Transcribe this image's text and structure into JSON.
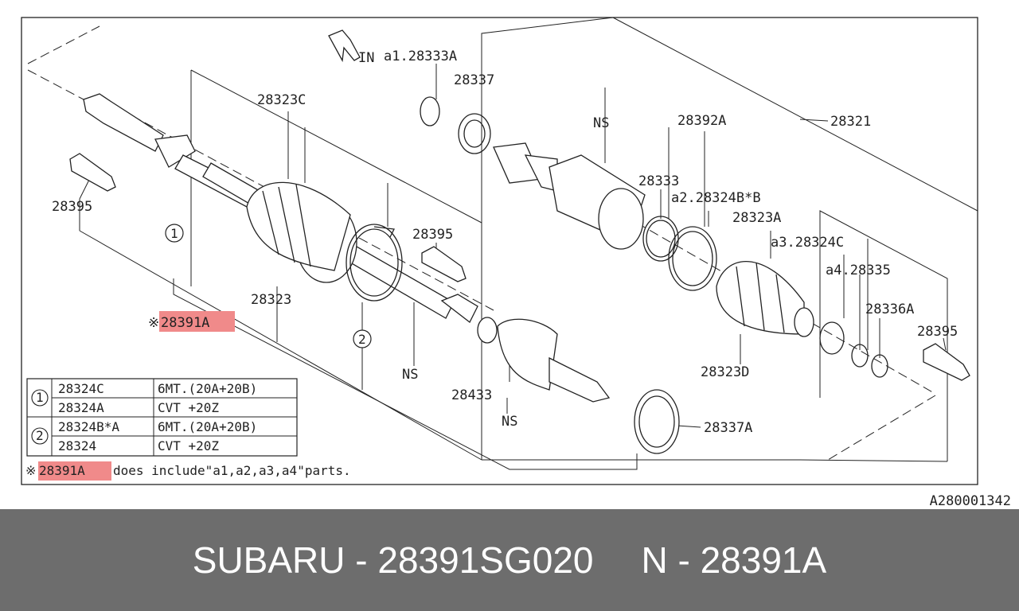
{
  "direction_label": "IN",
  "parts": {
    "a1": "a1.28333A",
    "p28337": "28337",
    "p28323C": "28323C",
    "ns_top": "NS",
    "p28392A": "28392A",
    "p28321": "28321",
    "p28333": "28333",
    "a2": "a2.28324B*B",
    "p28323A": "28323A",
    "a3": "a3.28324C",
    "p28395_left": "28395",
    "p28395_mid": "28395",
    "a4": "a4.28335",
    "p28336A": "28336A",
    "p28395_right": "28395",
    "p28323": "28323",
    "p28391A": "28391A",
    "ns_mid": "NS",
    "p28433": "28433",
    "p28323D": "28323D",
    "ns_low": "NS",
    "p28337A": "28337A",
    "circle1": "1",
    "circle2": "2"
  },
  "table": {
    "rows": [
      {
        "group": "1",
        "part": "28324C",
        "spec": "6MT.(20A+20B)"
      },
      {
        "group": "",
        "part": "28324A",
        "spec": "CVT +20Z"
      },
      {
        "group": "2",
        "part": "28324B*A",
        "spec": "6MT.(20A+20B)"
      },
      {
        "group": "",
        "part": "28324",
        "spec": "CVT +20Z"
      }
    ]
  },
  "note": {
    "mark": "※",
    "highlight_part": "28391A",
    "text": "does include\"a1,a2,a3,a4\"parts."
  },
  "star_mark": "※",
  "ref_code": "A280001342",
  "footer": {
    "brand_part": "SUBARU - 28391SG020",
    "oem_part": "N - 28391A"
  },
  "colors": {
    "highlight": "#f08a8a",
    "footer_bg": "#6d6d6d",
    "line": "#222222"
  }
}
